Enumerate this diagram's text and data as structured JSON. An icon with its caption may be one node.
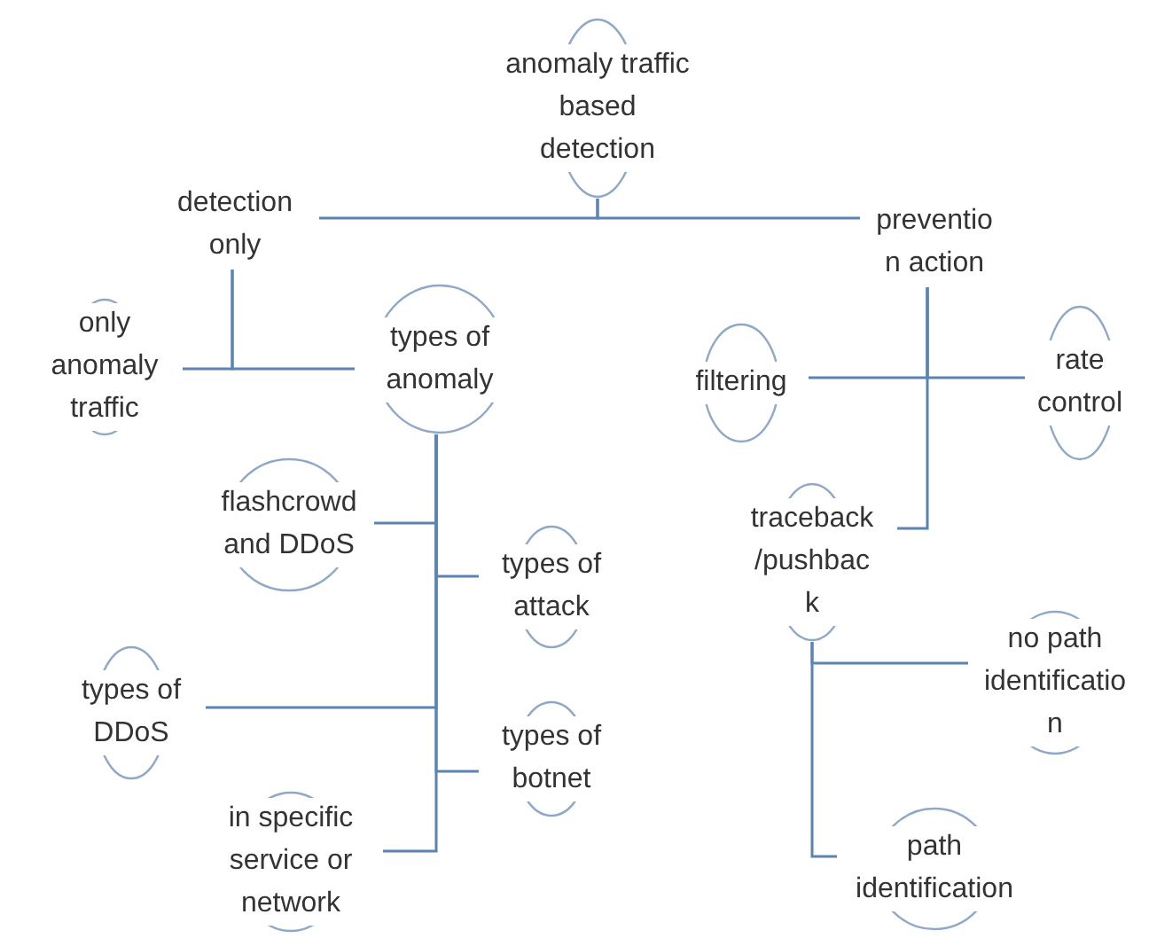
{
  "diagram": {
    "nodes": [
      {
        "text": [
          "anomaly traffic based detection"
        ]
      },
      {
        "text": [
          "detection only"
        ]
      },
      {
        "text": [
          "preventio n action"
        ]
      },
      {
        "text": [
          "only anomaly traffic"
        ]
      },
      {
        "text": [
          "types of anomaly"
        ]
      },
      {
        "text": [
          "filtering"
        ]
      },
      {
        "text": [
          "rate control"
        ]
      },
      {
        "text": [
          "flashcrowd and DDoS"
        ]
      },
      {
        "text": [
          "types of attack"
        ]
      },
      {
        "text": [
          "traceback /pushbac k"
        ]
      },
      {
        "text": [
          "types of DDoS"
        ]
      },
      {
        "text": [
          "no path identificatio n"
        ]
      },
      {
        "text": [
          "types of botnet"
        ]
      },
      {
        "text": [
          "in specific service or network"
        ]
      },
      {
        "text": [
          "path identification"
        ]
      }
    ],
    "edges": [
      {
        "from": 0,
        "to": 1,
        "arrow": "none"
      },
      {
        "from": 0,
        "to": 2,
        "arrow": "none"
      },
      {
        "from": 1,
        "to": 3,
        "arrow": "none"
      },
      {
        "from": 1,
        "to": 4,
        "arrow": "none"
      },
      {
        "from": 2,
        "to": 5,
        "arrow": "none"
      },
      {
        "from": 2,
        "to": 6,
        "arrow": "none"
      },
      {
        "from": 2,
        "to": 9,
        "arrow": "none"
      },
      {
        "from": 4,
        "to": 7,
        "arrow": "none"
      },
      {
        "from": 4,
        "to": 8,
        "arrow": "none"
      },
      {
        "from": 4,
        "to": 10,
        "arrow": "none"
      },
      {
        "from": 4,
        "to": 12,
        "arrow": "none"
      },
      {
        "from": 4,
        "to": 13,
        "arrow": "none"
      },
      {
        "from": 9,
        "to": 11,
        "arrow": "none"
      },
      {
        "from": 9,
        "to": 14,
        "arrow": "none"
      }
    ]
  }
}
